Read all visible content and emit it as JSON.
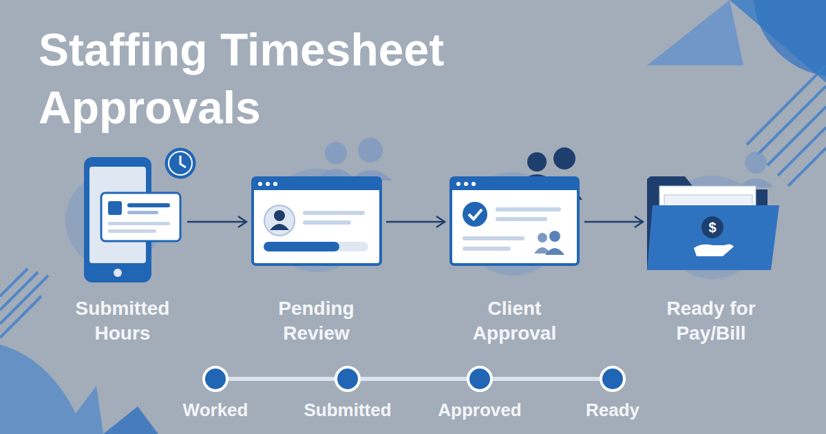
{
  "diagram": {
    "title": "Staffing Timesheet Approvals",
    "nodes": [
      {
        "text": [
          "Submitted Hours"
        ]
      },
      {
        "text": [
          "Pending Review"
        ]
      },
      {
        "text": [
          "Client Approval"
        ]
      },
      {
        "text": [
          "Ready for Pay/Bill"
        ]
      }
    ],
    "edges": [
      {
        "from": 0,
        "to": 1,
        "arrow": "to"
      },
      {
        "from": 1,
        "to": 2,
        "arrow": "to"
      },
      {
        "from": 2,
        "to": 3,
        "arrow": "to"
      }
    ],
    "labels": [
      "Worked",
      "Submitted",
      "Approved",
      "Ready"
    ]
  }
}
